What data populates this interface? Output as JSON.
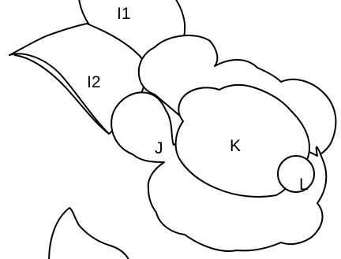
{
  "regions": [
    {
      "id": "I1",
      "label": "I1"
    },
    {
      "id": "I2",
      "label": "I2"
    },
    {
      "id": "J",
      "label": "J"
    },
    {
      "id": "K",
      "label": "K"
    },
    {
      "id": "L",
      "label": "L"
    }
  ],
  "colors": {
    "stroke": "#000000",
    "fill": "#ffffff",
    "background": "#ffffff"
  }
}
